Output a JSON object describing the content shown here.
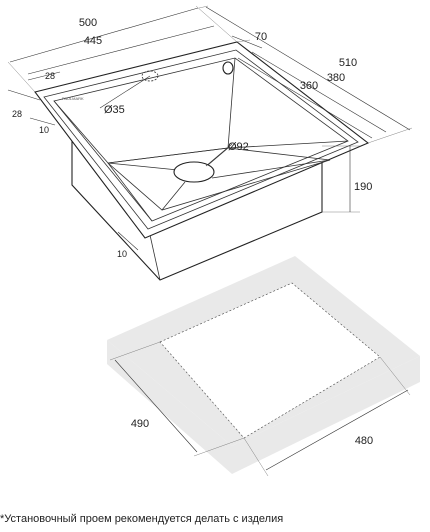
{
  "dimensions": {
    "width_500": "500",
    "width_445": "445",
    "depth_510": "510",
    "depth_380": "380",
    "depth_360": "360",
    "offset_70": "70",
    "rim_28_top": "28",
    "rim_28_left": "28",
    "wall_10_left": "10",
    "wall_10_bottom": "10",
    "hole_35": "Ø35",
    "drain_92": "Ø92",
    "height_190": "190",
    "cutout_490": "490",
    "cutout_480": "480"
  },
  "brand_mark": "PAULMARK",
  "footnote": "*Установочный проем рекомендуется делать с изделия"
}
